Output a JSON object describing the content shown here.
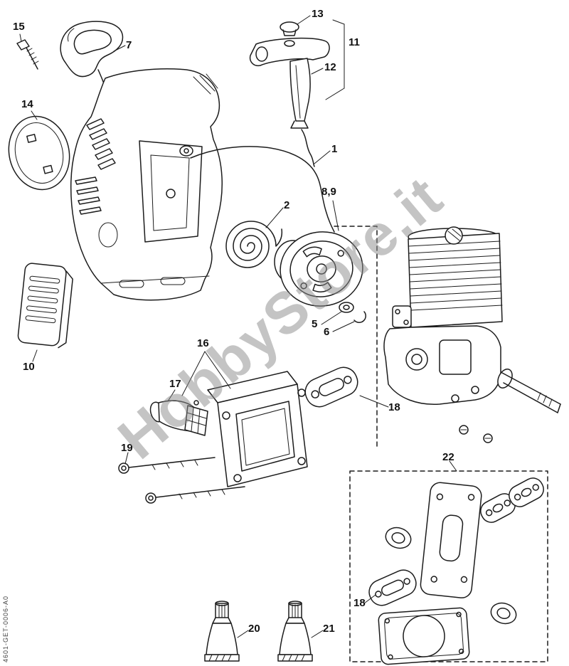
{
  "page": {
    "watermark": "HobbyStore.it",
    "doc_code": "4601-GET-0006-A0"
  },
  "labels": [
    {
      "id": "15",
      "text": "15"
    },
    {
      "id": "7",
      "text": "7"
    },
    {
      "id": "13",
      "text": "13"
    },
    {
      "id": "11",
      "text": "11"
    },
    {
      "id": "12",
      "text": "12"
    },
    {
      "id": "14",
      "text": "14"
    },
    {
      "id": "1",
      "text": "1"
    },
    {
      "id": "2",
      "text": "2"
    },
    {
      "id": "8-9",
      "text": "8,9"
    },
    {
      "id": "5",
      "text": "5"
    },
    {
      "id": "6",
      "text": "6"
    },
    {
      "id": "10",
      "text": "10"
    },
    {
      "id": "16",
      "text": "16"
    },
    {
      "id": "17",
      "text": "17"
    },
    {
      "id": "18",
      "text": "18"
    },
    {
      "id": "19",
      "text": "19"
    },
    {
      "id": "22",
      "text": "22"
    },
    {
      "id": "18-kit",
      "text": "18"
    },
    {
      "id": "20",
      "text": "20"
    },
    {
      "id": "21",
      "text": "21"
    }
  ]
}
